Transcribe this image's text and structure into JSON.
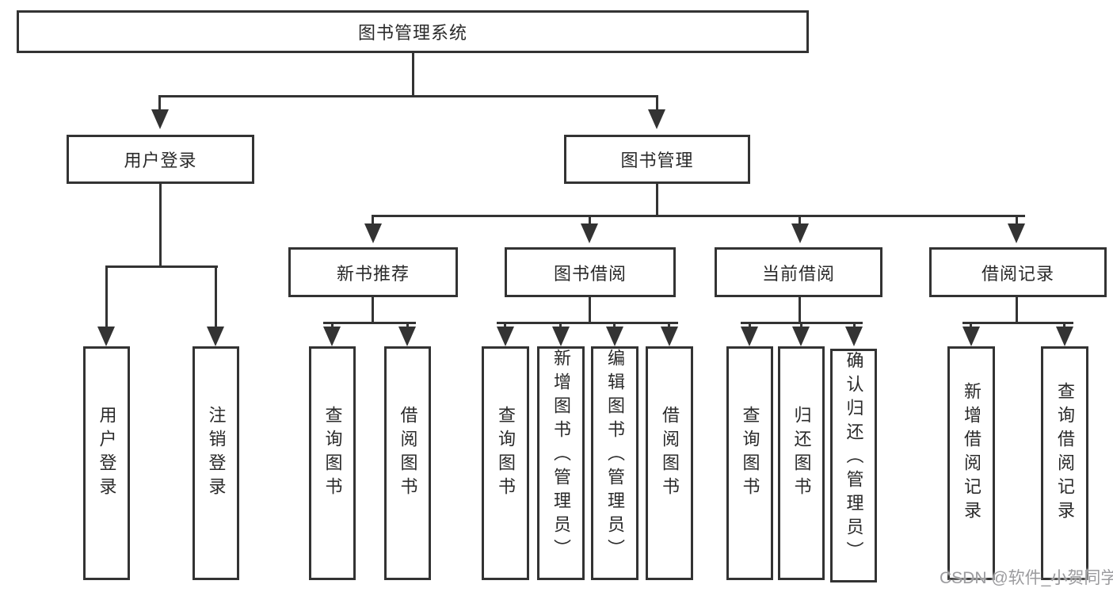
{
  "tree": {
    "root": {
      "label": "图书管理系统"
    },
    "level2": [
      {
        "label": "用户登录"
      },
      {
        "label": "图书管理"
      }
    ],
    "login_children": [
      {
        "label": "用户登录"
      },
      {
        "label": "注销登录"
      }
    ],
    "mgmt_groups": [
      {
        "label": "新书推荐",
        "children": [
          {
            "label": "查询图书"
          },
          {
            "label": "借阅图书"
          }
        ]
      },
      {
        "label": "图书借阅",
        "children": [
          {
            "label": "查询图书"
          },
          {
            "label": "新增图书（管理员）"
          },
          {
            "label": "编辑图书（管理员）"
          },
          {
            "label": "借阅图书"
          }
        ]
      },
      {
        "label": "当前借阅",
        "children": [
          {
            "label": "查询图书"
          },
          {
            "label": "归还图书"
          },
          {
            "label": "确认归还（管理员）"
          }
        ]
      },
      {
        "label": "借阅记录",
        "children": [
          {
            "label": "新增借阅记录"
          },
          {
            "label": "查询借阅记录"
          }
        ]
      }
    ]
  },
  "watermark": {
    "text": "CSDN @软件_小贺同学"
  },
  "colors": {
    "line": "#333333",
    "box_border": "#333333",
    "text": "#2a2a2a",
    "watermark": "#9b9b9e",
    "background": "#ffffff"
  }
}
